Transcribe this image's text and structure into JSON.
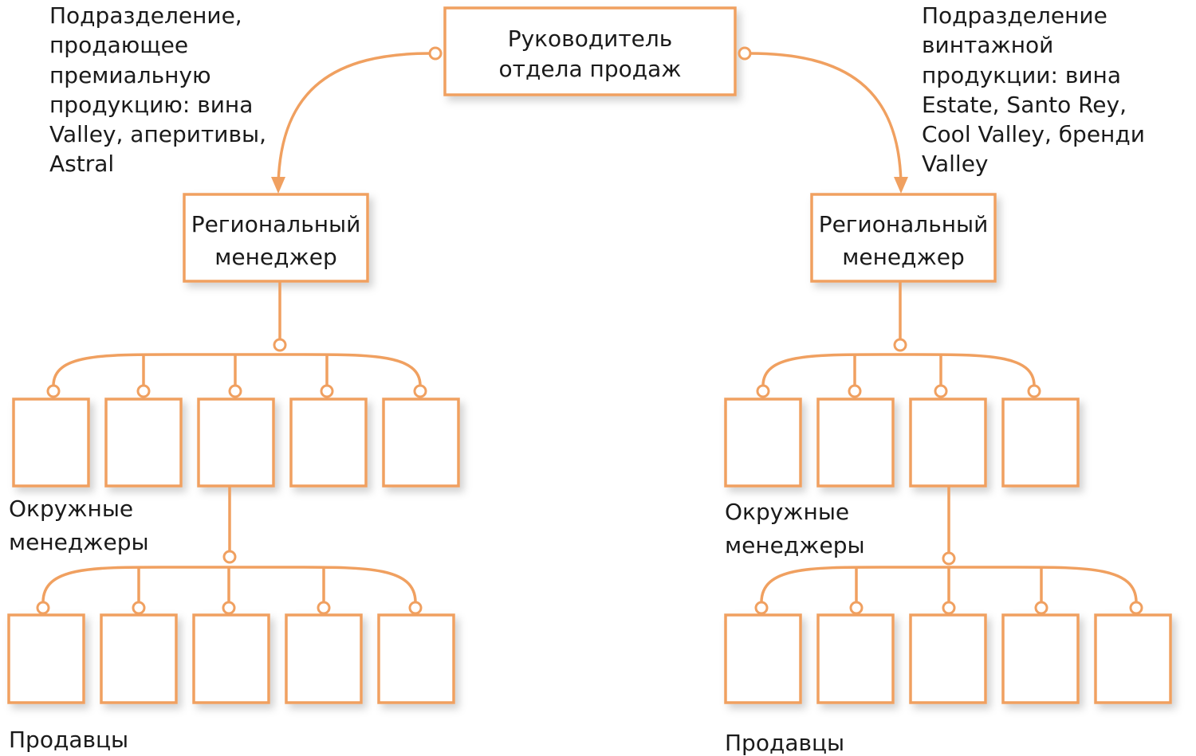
{
  "accent_color": "#F0A060",
  "head": {
    "line1": "Руководитель",
    "line2": "отдела продаж"
  },
  "left_division": {
    "lines": [
      "Подразделение,",
      "продающее",
      "премиальную",
      "продукцию: вина",
      "Valley, аперитивы,",
      "Astral"
    ]
  },
  "right_division": {
    "lines": [
      "Подразделение",
      "винтажной",
      "продукции: вина",
      "Estate, Santo Rey,",
      "Cool Valley, бренди",
      "Valley"
    ]
  },
  "regional_left": {
    "line1": "Региональный",
    "line2": "менеджер"
  },
  "regional_right": {
    "line1": "Региональный",
    "line2": "менеджер"
  },
  "district_label_left": {
    "line1": "Окружные",
    "line2": "менеджеры"
  },
  "district_label_right": {
    "line1": "Окружные",
    "line2": "менеджеры"
  },
  "sellers_label_left": "Продавцы",
  "sellers_label_right": "Продавцы"
}
